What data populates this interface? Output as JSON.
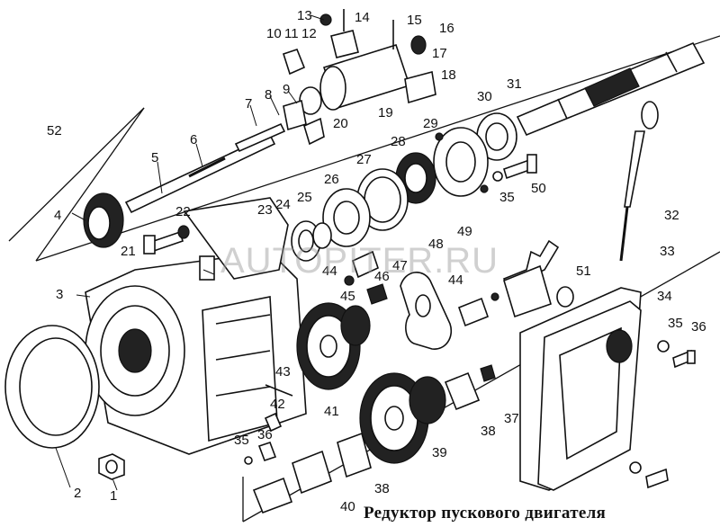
{
  "caption": "Редуктор пускового двигателя",
  "watermark": "AUTOPITER.RU",
  "labels": [
    "1",
    "2",
    "3",
    "4",
    "5",
    "6",
    "7",
    "8",
    "9",
    "10",
    "11",
    "12",
    "13",
    "14",
    "15",
    "16",
    "17",
    "18",
    "19",
    "20",
    "21",
    "22",
    "23",
    "24",
    "25",
    "26",
    "27",
    "28",
    "29",
    "30",
    "31",
    "32",
    "33",
    "34",
    "35",
    "35",
    "35",
    "36",
    "36",
    "37",
    "38",
    "38",
    "39",
    "40",
    "41",
    "42",
    "43",
    "44",
    "44",
    "45",
    "46",
    "47",
    "48",
    "49",
    "50",
    "51",
    "52"
  ]
}
